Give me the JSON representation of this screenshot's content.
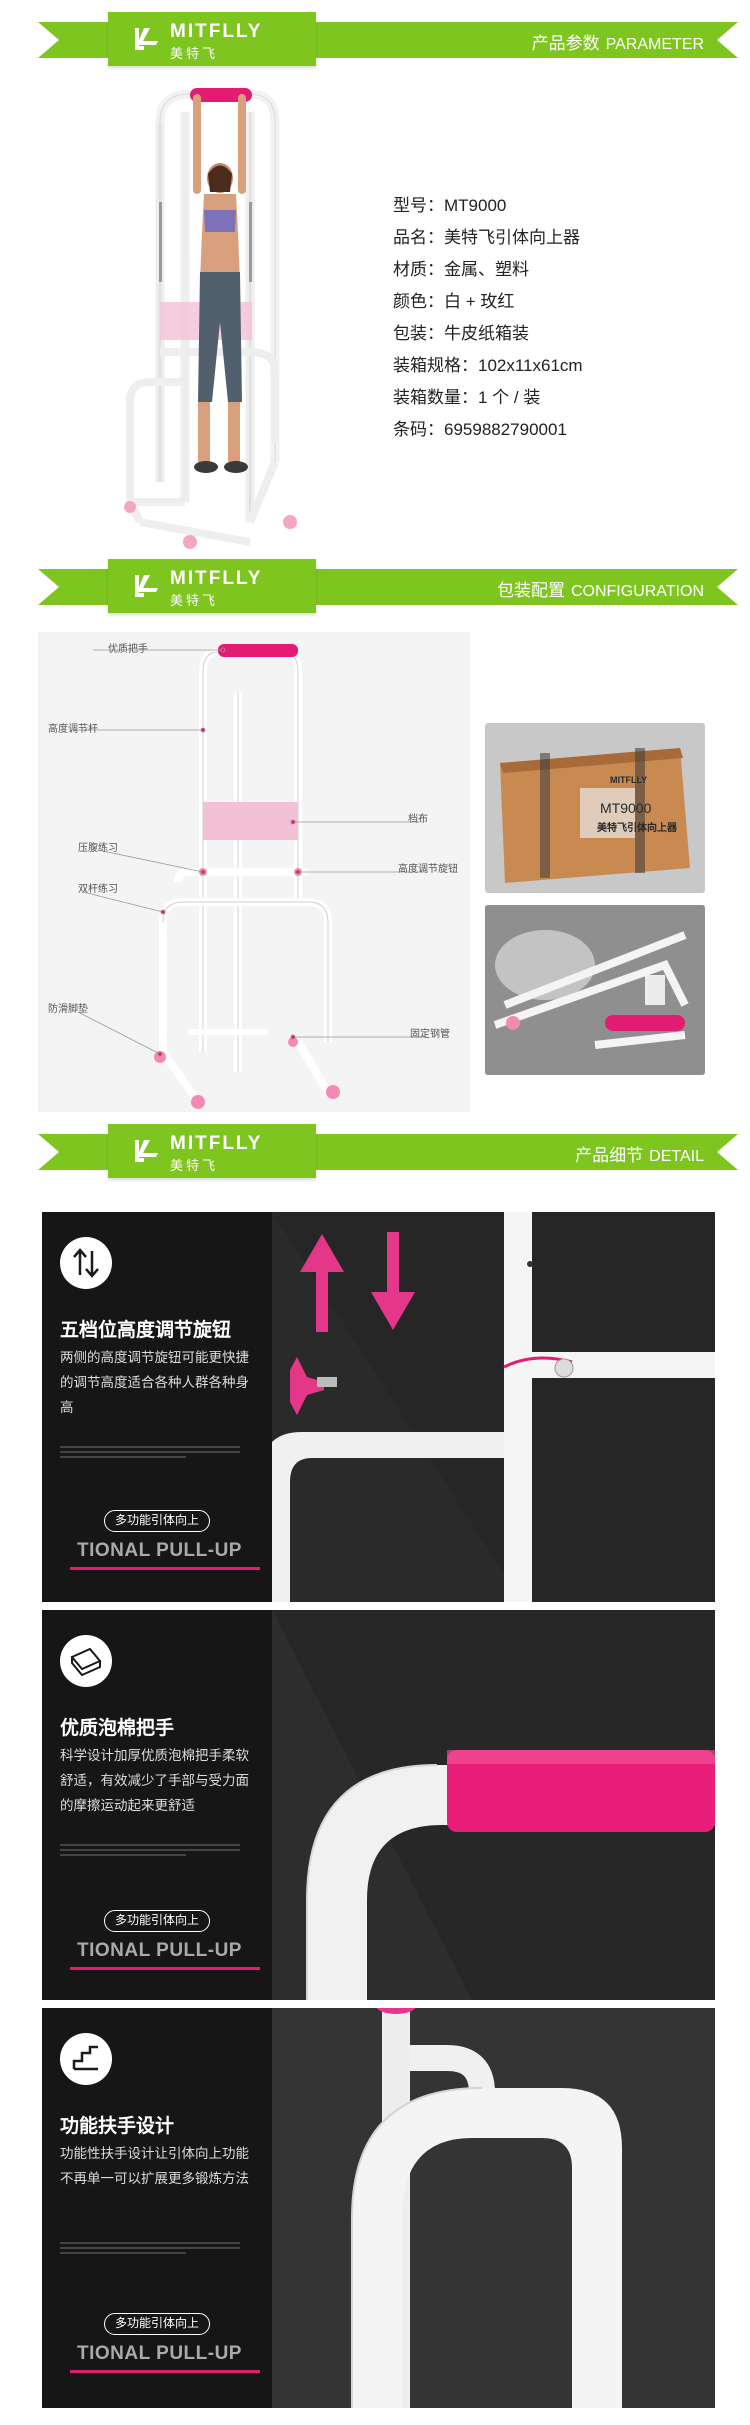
{
  "brand": {
    "name": "MITFLLY",
    "name_cn": "美特飞"
  },
  "sections": {
    "parameter": {
      "title_cn": "产品参数",
      "title_en": "PARAMETER"
    },
    "configuration": {
      "title_cn": "包装配置",
      "title_en": "CONFIGURATION"
    },
    "detail": {
      "title_cn": "产品细节",
      "title_en": "DETAIL"
    }
  },
  "specs": [
    "型号：MT9000",
    "品名：美特飞引体向上器",
    "材质：金属、塑料",
    "颜色：白 + 玫红",
    "包装：牛皮纸箱装",
    "装箱规格：102x11x61cm",
    "装箱数量：1 个 / 装",
    "条码：6959882790001"
  ],
  "diagram_labels": {
    "handle": "优质把手",
    "height_bar": "高度调节杆",
    "belly": "压腹练习",
    "dips": "双杆练习",
    "foot": "防滑脚垫",
    "cloth": "档布",
    "knob": "高度调节旋钮",
    "tube": "固定钢管"
  },
  "box_label": {
    "model": "MT9000",
    "name": "美特飞引体向上器",
    "brand": "MITFLLY"
  },
  "features": [
    {
      "icon": "up-down-arrows-icon",
      "title": "五档位高度调节旋钮",
      "desc": "两侧的高度调节旋钮可能更快捷的调节高度适合各种人群各种身高",
      "pill": "多功能引体向上",
      "tagline": "TIONAL PULL-UP"
    },
    {
      "icon": "foam-icon",
      "title": "优质泡棉把手",
      "desc": "科学设计加厚优质泡棉把手柔软舒适，有效减少了手部与受力面的摩擦运动起来更舒适",
      "pill": "多功能引体向上",
      "tagline": "TIONAL PULL-UP"
    },
    {
      "icon": "armrest-icon",
      "title": "功能扶手设计",
      "desc": "功能性扶手设计让引体向上功能不再单一可以扩展更多锻炼方法",
      "pill": "多功能引体向上",
      "tagline": "TIONAL PULL-UP"
    }
  ],
  "colors": {
    "green": "#7ec51f",
    "pink": "#e41b73",
    "dark": "#1a1a1a"
  }
}
